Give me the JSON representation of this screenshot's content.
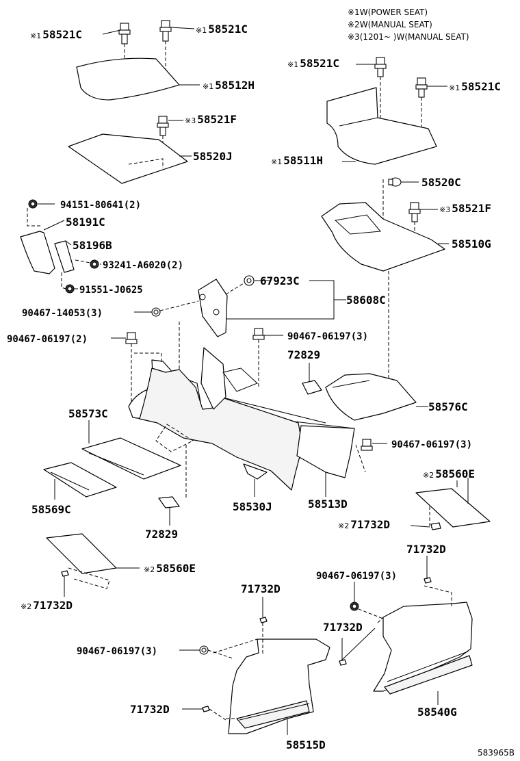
{
  "notes": [
    {
      "mark": "※1",
      "text": "W(POWER SEAT)"
    },
    {
      "mark": "※2",
      "text": "W(MANUAL SEAT)"
    },
    {
      "mark": "※3",
      "text": "(1201~        )W(MANUAL SEAT)"
    }
  ],
  "labels": {
    "p58521c_a": {
      "mark": "※1",
      "text": "58521C"
    },
    "p58521c_b": {
      "mark": "※1",
      "text": "58521C"
    },
    "p58512h": {
      "mark": "※1",
      "text": "58512H"
    },
    "p58521f_a": {
      "mark": "※3",
      "text": "58521F"
    },
    "p58520j": {
      "mark": "",
      "text": "58520J"
    },
    "p58521c_c": {
      "mark": "※1",
      "text": "58521C"
    },
    "p58521c_d": {
      "mark": "※1",
      "text": "58521C"
    },
    "p58511h": {
      "mark": "※1",
      "text": "58511H"
    },
    "p58520c": {
      "mark": "",
      "text": "58520C"
    },
    "p58521f_b": {
      "mark": "※3",
      "text": "58521F"
    },
    "p58510g": {
      "mark": "",
      "text": "58510G"
    },
    "p94151": {
      "mark": "",
      "text": "94151-80641(2)"
    },
    "p58191c": {
      "mark": "",
      "text": "58191C"
    },
    "p58196b": {
      "mark": "",
      "text": "58196B"
    },
    "p93241": {
      "mark": "",
      "text": "93241-A6020(2)"
    },
    "p91551": {
      "mark": "",
      "text": "91551-J0625"
    },
    "p67923c": {
      "mark": "",
      "text": "67923C"
    },
    "p58608c": {
      "mark": "",
      "text": "58608C"
    },
    "p90467_14053": {
      "mark": "",
      "text": "90467-14053(3)"
    },
    "p90467_a": {
      "mark": "",
      "text": "90467-06197(2)"
    },
    "p90467_b": {
      "mark": "",
      "text": "90467-06197(3)"
    },
    "p72829_a": {
      "mark": "",
      "text": "72829"
    },
    "p58576c": {
      "mark": "",
      "text": "58576C"
    },
    "p58573c": {
      "mark": "",
      "text": "58573C"
    },
    "p90467_c": {
      "mark": "",
      "text": "90467-06197(3)"
    },
    "p58569c": {
      "mark": "",
      "text": "58569C"
    },
    "p58530j": {
      "mark": "",
      "text": "58530J"
    },
    "p58513d": {
      "mark": "",
      "text": "58513D"
    },
    "p58560e_a": {
      "mark": "※2",
      "text": "58560E"
    },
    "p71732d_a": {
      "mark": "※2",
      "text": "71732D"
    },
    "p72829_b": {
      "mark": "",
      "text": "72829"
    },
    "p71732d_b": {
      "mark": "",
      "text": "71732D"
    },
    "p58560e_b": {
      "mark": "※2",
      "text": "58560E"
    },
    "p90467_d": {
      "mark": "",
      "text": "90467-06197(3)"
    },
    "p71732d_c": {
      "mark": "",
      "text": "71732D"
    },
    "p71732d_d": {
      "mark": "※2",
      "text": "71732D"
    },
    "p71732d_e": {
      "mark": "",
      "text": "71732D"
    },
    "p90467_e": {
      "mark": "",
      "text": "90467-06197(3)"
    },
    "p71732d_f": {
      "mark": "",
      "text": "71732D"
    },
    "p58540g": {
      "mark": "",
      "text": "58540G"
    },
    "p58515d": {
      "mark": "",
      "text": "58515D"
    }
  },
  "drawing_code": "583965B"
}
